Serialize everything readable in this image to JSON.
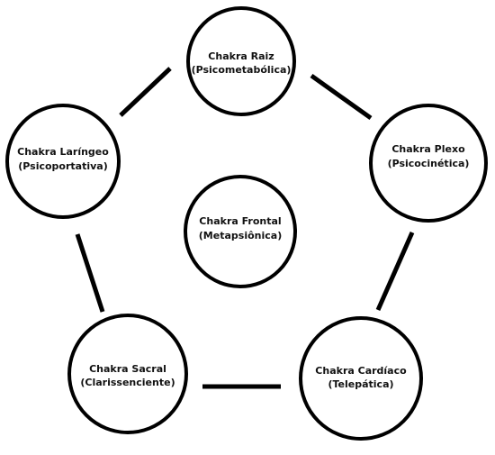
{
  "nodes": {
    "root": {
      "name": "Chakra Raiz",
      "sub": "(Psicometabólica)"
    },
    "plexus": {
      "name": "Chakra Plexo",
      "sub": "(Psicocinética)"
    },
    "cardiac": {
      "name": "Chakra Cardíaco",
      "sub": "(Telepática)"
    },
    "sacral": {
      "name": "Chakra Sacral",
      "sub": "(Clarissenciente)"
    },
    "laryngeal": {
      "name": "Chakra Laríngeo",
      "sub": "(Psicoportativa)"
    },
    "frontal": {
      "name": "Chakra Frontal",
      "sub": "(Metapsiônica)"
    }
  },
  "connections": [
    [
      "root",
      "plexus"
    ],
    [
      "plexus",
      "cardiac"
    ],
    [
      "cardiac",
      "sacral"
    ],
    [
      "sacral",
      "laryngeal"
    ],
    [
      "laryngeal",
      "root"
    ]
  ],
  "colors": {
    "stroke": "#000000",
    "fill": "#ffffff",
    "text": "#111111"
  }
}
